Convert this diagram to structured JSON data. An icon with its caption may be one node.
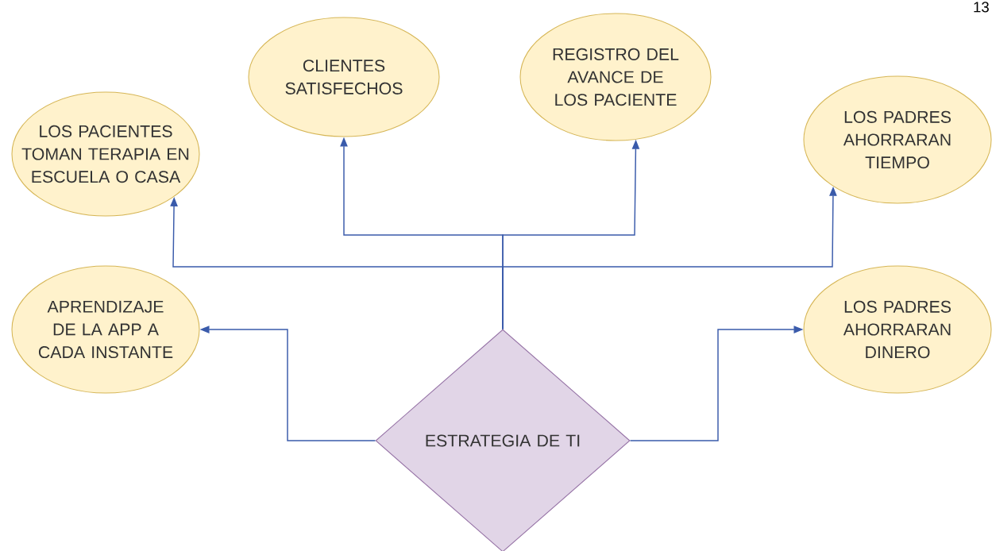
{
  "diagram": {
    "nodes": [
      {
        "text": [
          "CLIENTES SATISFECHOS"
        ]
      },
      {
        "text": [
          "REGISTRO DEL AVANCE DE LOS PACIENTE"
        ]
      },
      {
        "text": [
          "LOS PACIENTES TOMAN TERAPIA EN ESCUELA O CASA"
        ]
      },
      {
        "text": [
          "LOS PADRES AHORRARAN TIEMPO"
        ]
      },
      {
        "text": [
          "APRENDIZAJE DE LA APP A CADA INSTANTE"
        ]
      },
      {
        "text": [
          "LOS PADRES AHORRARAN DINERO"
        ]
      },
      {
        "text": [
          "ESTRATEGIA DE TI"
        ]
      }
    ],
    "edges": [
      {
        "from": 6,
        "to": 0,
        "arrow": "to"
      },
      {
        "from": 6,
        "to": 1,
        "arrow": "to"
      },
      {
        "from": 6,
        "to": 2,
        "arrow": "to"
      },
      {
        "from": 6,
        "to": 3,
        "arrow": "to"
      },
      {
        "from": 6,
        "to": 4,
        "arrow": "to"
      },
      {
        "from": 6,
        "to": 5,
        "arrow": "to"
      }
    ],
    "labels": [
      "13"
    ]
  }
}
